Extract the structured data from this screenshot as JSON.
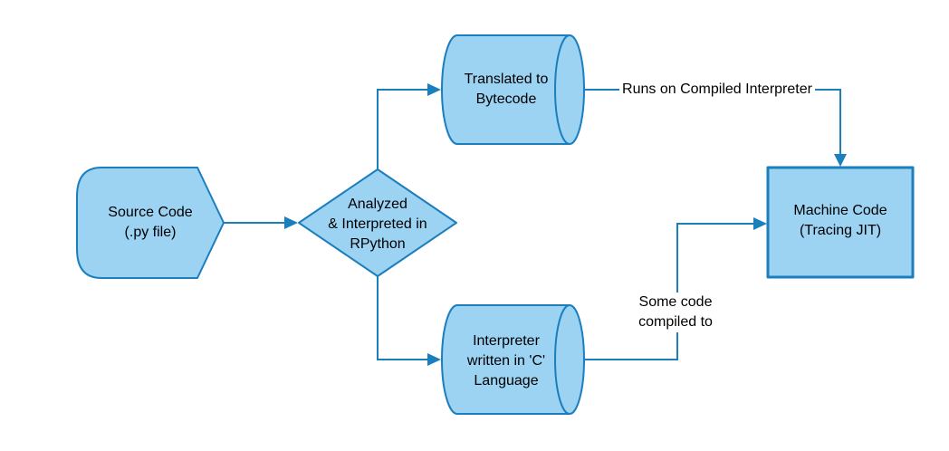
{
  "colors": {
    "shape_fill": "#9CD2F2",
    "shape_stroke": "#1B7EBD",
    "label_text": "#000000",
    "canvas_bg": "#FFFFFF"
  },
  "nodes": {
    "source_code": {
      "shape": "hexagon",
      "label": "Source Code\n(.py file)"
    },
    "analyzed": {
      "shape": "diamond",
      "label": "Analyzed\n& Interpreted in\nRPython"
    },
    "translated": {
      "shape": "cylinder",
      "label": "Translated to\nBytecode"
    },
    "interpreter": {
      "shape": "cylinder",
      "label": "Interpreter\nwritten in 'C'\nLanguage"
    },
    "machine_code": {
      "shape": "rectangle",
      "label": "Machine Code\n(Tracing JIT)"
    }
  },
  "edge_labels": {
    "runs_on": "Runs on Compiled Interpreter",
    "some_code": "Some code\ncompiled to"
  }
}
